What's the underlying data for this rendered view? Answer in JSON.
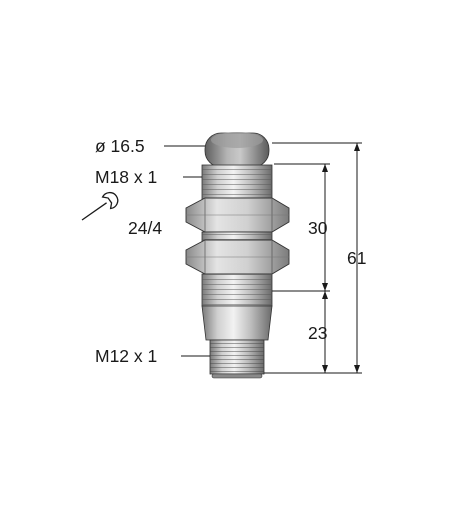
{
  "labels": {
    "diameter_cap": "ø 16.5",
    "thread_body": "M18 x 1",
    "wrench_size": "24/4",
    "thread_connector": "M12 x 1"
  },
  "dimensions": {
    "upper_length": "30",
    "lower_length": "23",
    "total_length": "61"
  },
  "colors": {
    "metal_light": "#d9d9d9",
    "metal_mid": "#a8a8a8",
    "metal_dark": "#6e6e6e",
    "cap": "#8f8f8f",
    "line": "#1a1a1a"
  },
  "icons": {
    "wrench": "wrench-icon"
  }
}
